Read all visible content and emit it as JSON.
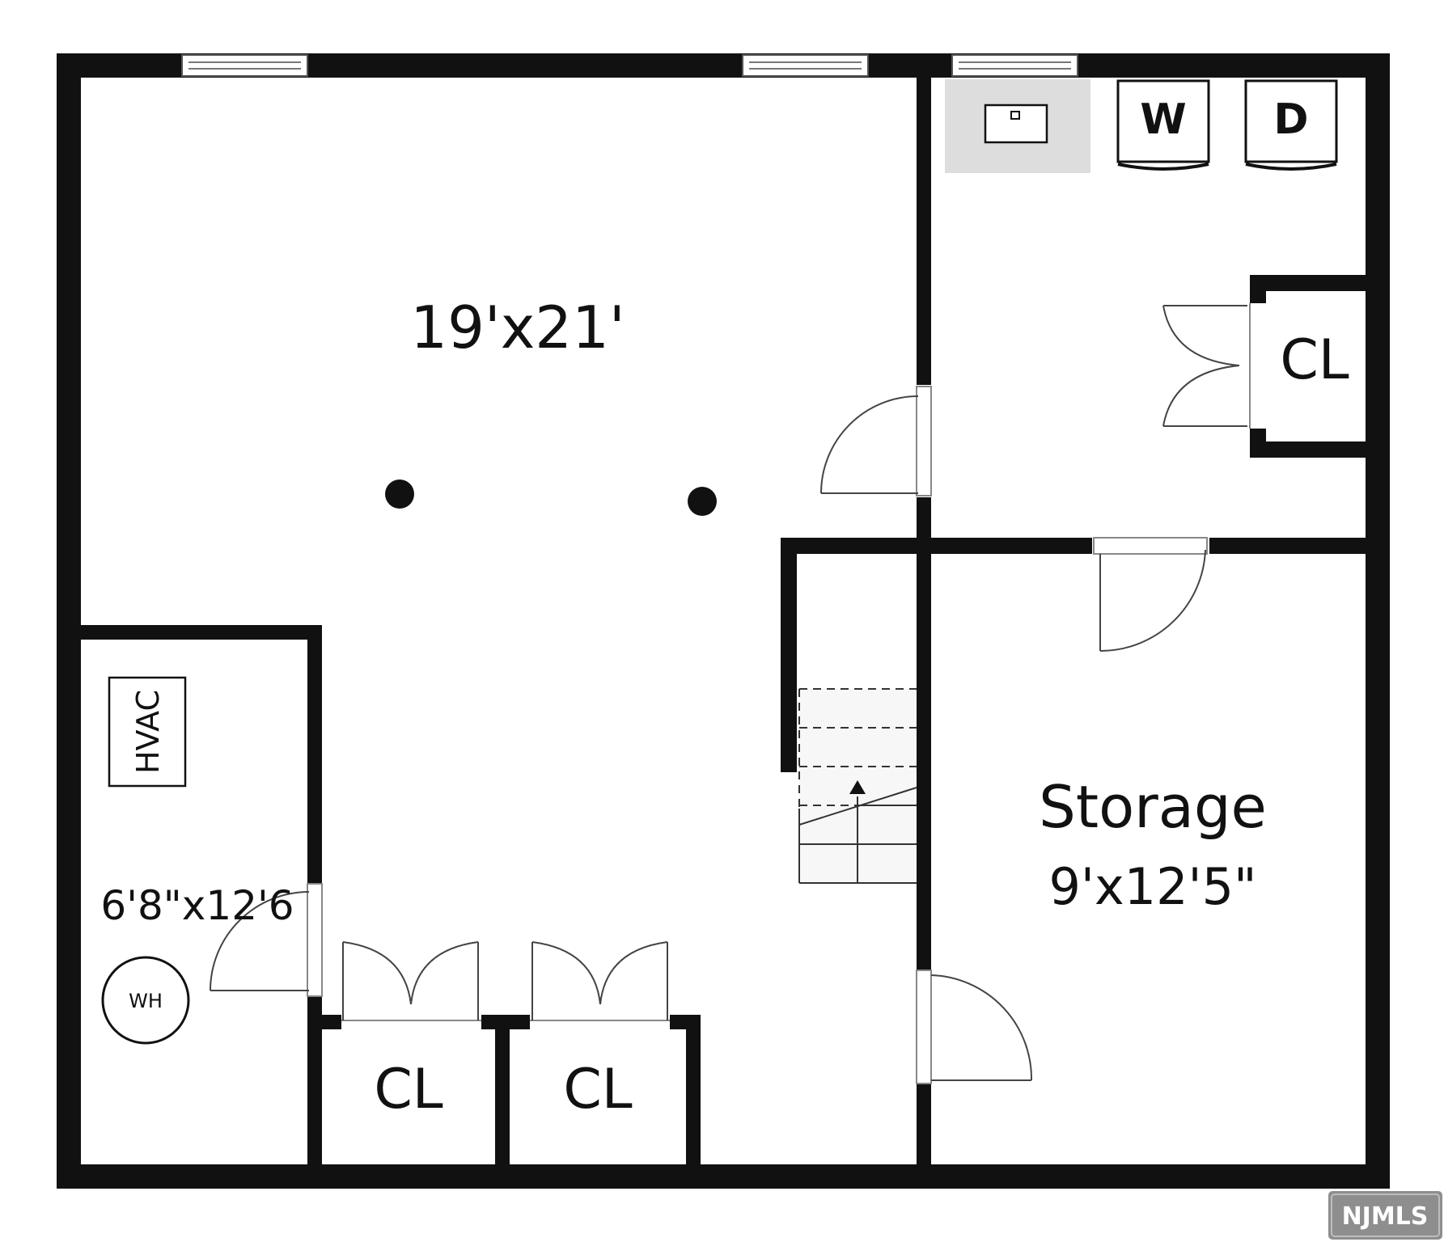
{
  "rooms": {
    "main_room": {
      "dims": "19'x21'"
    },
    "storage": {
      "name": "Storage",
      "dims": "9'x12'5\""
    },
    "utility_room": {
      "dims": "6'8\"x12'6"
    }
  },
  "fixtures": {
    "washer": "W",
    "dryer": "D",
    "hvac": "HVAC",
    "water_heater": "WH"
  },
  "closets": {
    "laundry_closet": "CL",
    "bottom_closet_left": "CL",
    "bottom_closet_right": "CL"
  },
  "watermark": "NJMLS",
  "colors": {
    "wall": "#111111",
    "sink_bg": "#dddddd",
    "watermark_bg": "#8e8e8e"
  }
}
